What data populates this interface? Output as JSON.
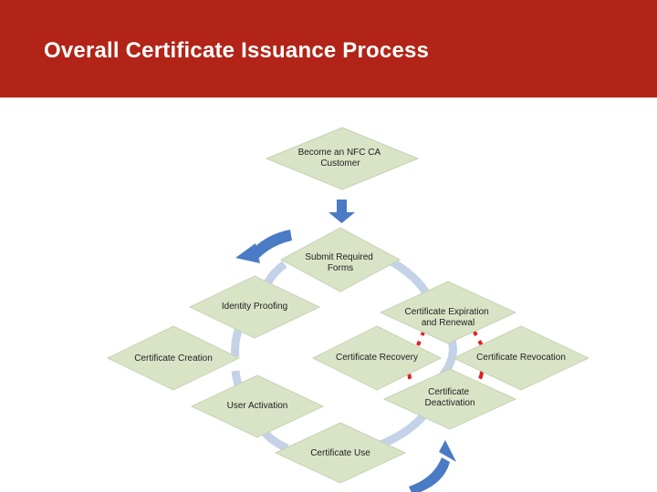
{
  "header": {
    "title": "Overall Certificate Issuance Process",
    "background_color": "#b22418"
  },
  "diagram": {
    "nodes": [
      {
        "id": "become-customer",
        "lines": [
          "Become an NFC CA",
          "Customer"
        ]
      },
      {
        "id": "submit-forms",
        "lines": [
          "Submit Required",
          "Forms"
        ]
      },
      {
        "id": "identity-proofing",
        "lines": [
          "Identity Proofing"
        ]
      },
      {
        "id": "cert-creation",
        "lines": [
          "Certificate Creation"
        ]
      },
      {
        "id": "user-activation",
        "lines": [
          "User Activation"
        ]
      },
      {
        "id": "cert-use",
        "lines": [
          "Certificate Use"
        ]
      },
      {
        "id": "cert-expiration",
        "lines": [
          "Certificate Expiration",
          "and Renewal"
        ]
      },
      {
        "id": "cert-recovery",
        "lines": [
          "Certificate Recovery"
        ]
      },
      {
        "id": "cert-revocation",
        "lines": [
          "Certificate Revocation"
        ]
      },
      {
        "id": "cert-deactivation",
        "lines": [
          "Certificate",
          "Deactivation"
        ]
      }
    ],
    "colors": {
      "node_fill": "#d9e3c6",
      "cycle_ring": "#c4d2e8",
      "arrow": "#4a7bc4",
      "dashed_link": "#e02020"
    }
  }
}
